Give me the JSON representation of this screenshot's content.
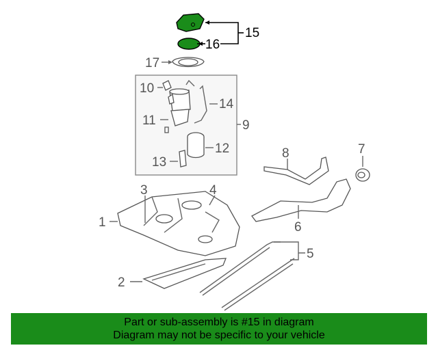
{
  "labels": {
    "p1": "1",
    "p2": "2",
    "p3": "3",
    "p4": "4",
    "p5": "5",
    "p6": "6",
    "p7": "7",
    "p8": "8",
    "p9": "9",
    "p10": "10",
    "p11": "11",
    "p12": "12",
    "p13": "13",
    "p14": "14",
    "p15": "15",
    "p16": "16",
    "p17": "17"
  },
  "highlight_color": "#1a8c1a",
  "banner": {
    "line1": "Part or sub-assembly is #15 in diagram",
    "line2": "Diagram may not be specific to your vehicle"
  }
}
